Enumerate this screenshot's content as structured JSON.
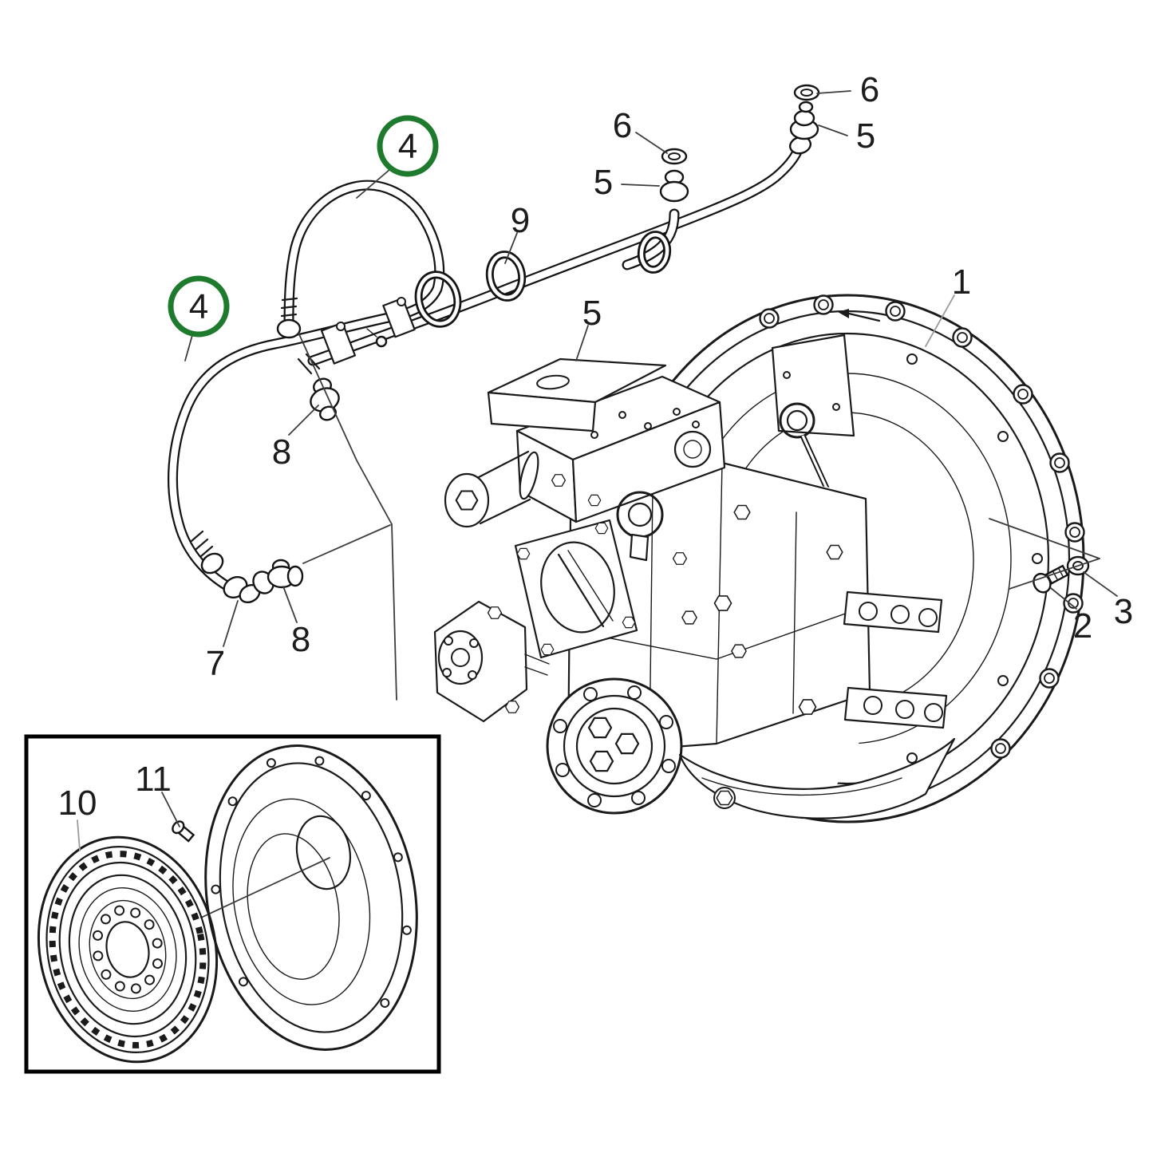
{
  "diagram": {
    "subject": "Exploded parts diagram: marine transmission gearbox with bell housing, oil hoses, fittings and damper plate",
    "background": "#ffffff",
    "line_color": "#1a1a1a",
    "leader_color": "#3c3c3c",
    "muted_color": "#9b9b9b",
    "highlight_color": "#1e7b2d",
    "box_border_color": "#000000",
    "labels": {
      "n1": "1",
      "n2": "2",
      "n3": "3",
      "n4": "4",
      "n5": "5",
      "n6": "6",
      "n7": "7",
      "n8": "8",
      "n9": "9",
      "n10": "10",
      "n11": "11"
    },
    "callout_styles": {
      "highlighted_circled": [
        "4"
      ],
      "muted": [
        "1",
        "10"
      ],
      "normal": [
        "2",
        "3",
        "5",
        "6",
        "7",
        "8",
        "9",
        "11"
      ]
    },
    "callout_occurrences": {
      "4": 2,
      "5": 3,
      "6": 2,
      "8": 2
    }
  }
}
